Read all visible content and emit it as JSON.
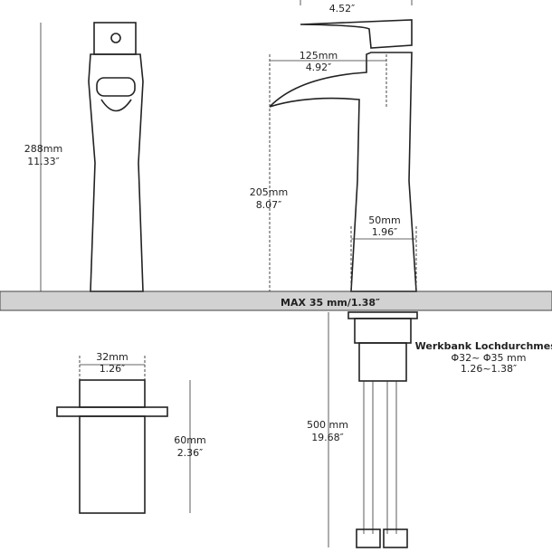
{
  "dimensions": {
    "total_height": {
      "mm": "288mm",
      "in": "11.33″"
    },
    "top_width": {
      "in": "4.52″"
    },
    "spout_reach": {
      "mm": "125mm",
      "in": "4.92″"
    },
    "spout_height": {
      "mm": "205mm",
      "in": "8.07″"
    },
    "base_width": {
      "mm": "50mm",
      "in": "1.96″"
    },
    "max_thickness": "MAX 35 mm/1.38″",
    "hole": {
      "title": "Werkbank Lochdurchmess",
      "mm": "Φ32~ Φ35 mm",
      "in": "1.26~1.38″"
    },
    "hose_length": {
      "mm": "500 mm",
      "in": "19.68″"
    },
    "nut_diameter": {
      "mm": "32mm",
      "in": "1.26″"
    },
    "nut_height": {
      "mm": "60mm",
      "in": "2.36″"
    }
  }
}
